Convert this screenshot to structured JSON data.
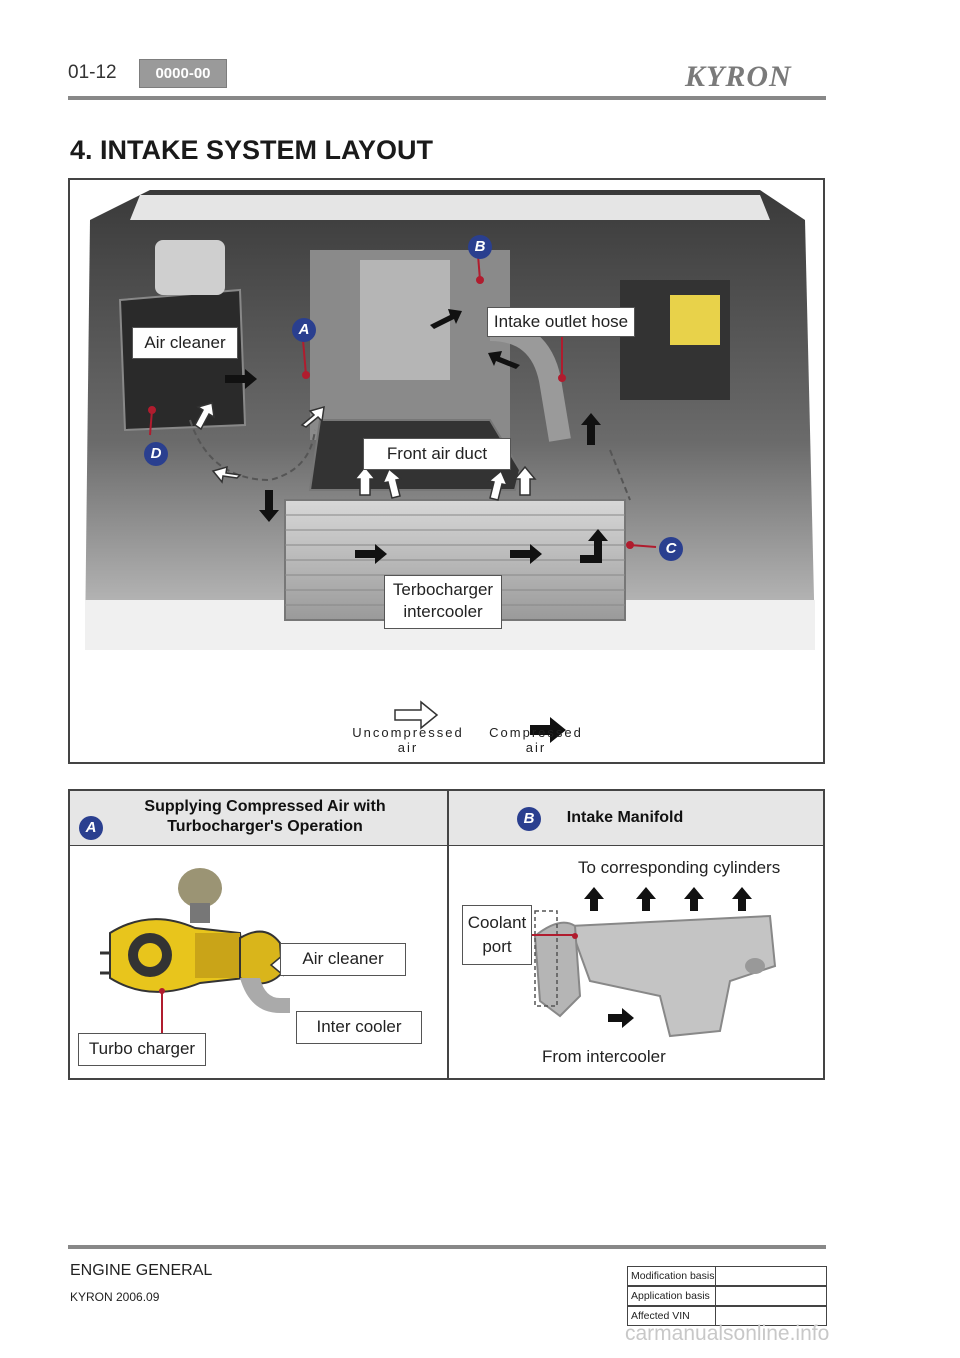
{
  "header": {
    "page_number": "01-12",
    "code": "0000-00",
    "brand": "KYRON"
  },
  "title": "4. INTAKE SYSTEM LAYOUT",
  "diagram": {
    "labels": {
      "air_cleaner": "Air cleaner",
      "intake_outlet_hose": "Intake outlet hose",
      "front_air_duct": "Front air duct",
      "turbo_intercooler_line1": "Terbocharger",
      "turbo_intercooler_line2": "intercooler"
    },
    "markers": {
      "a": "A",
      "b": "B",
      "c": "C",
      "d": "D"
    },
    "legend": {
      "uncompressed_line1": "Uncompressed",
      "uncompressed_line2": "air",
      "compressed_line1": "Compressed",
      "compressed_line2": "air"
    }
  },
  "table": {
    "col_a": {
      "marker": "A",
      "header_line1": "Supplying Compressed Air with",
      "header_line2": "Turbocharger's Operation",
      "air_cleaner": "Air cleaner",
      "inter_cooler": "Inter cooler",
      "turbo_charger": "Turbo charger"
    },
    "col_b": {
      "marker": "B",
      "header": "Intake Manifold",
      "to_cylinders": "To corresponding cylinders",
      "coolant_line1": "Coolant",
      "coolant_line2": "port",
      "from_intercooler": "From intercooler"
    }
  },
  "footer": {
    "section": "ENGINE GENERAL",
    "model": "KYRON 2006.09",
    "info_rows": [
      {
        "label": "Modification basis",
        "value": ""
      },
      {
        "label": "Application basis",
        "value": ""
      },
      {
        "label": "Affected VIN",
        "value": ""
      }
    ],
    "watermark": "carmanualsonline.info"
  },
  "colors": {
    "marker": "#2a3f8f",
    "marker_line": "#b01c2e",
    "rule": "#888888"
  }
}
